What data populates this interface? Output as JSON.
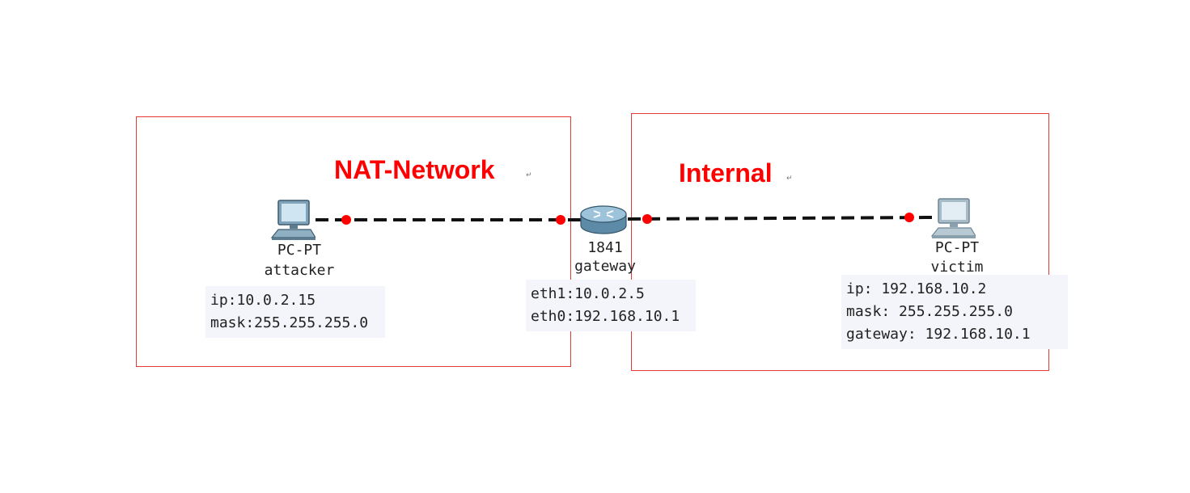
{
  "colors": {
    "zone_border": "#e53935",
    "zone_title": "#ff0000",
    "link": "#111111",
    "port_dot": "#ff0000"
  },
  "zones": {
    "nat": {
      "title": "NAT-Network"
    },
    "internal": {
      "title": "Internal"
    }
  },
  "paragraph_mark": "↵",
  "devices": {
    "attacker": {
      "type": "PC-PT",
      "name": "attacker",
      "icon": "pc-icon",
      "info": [
        "ip:10.0.2.15",
        "mask:255.255.255.0"
      ]
    },
    "gateway": {
      "type": "1841",
      "name": "gateway",
      "icon": "router-icon",
      "info": [
        "eth1:10.0.2.5",
        "eth0:192.168.10.1"
      ]
    },
    "victim": {
      "type": "PC-PT",
      "name": "victim",
      "icon": "pc-icon",
      "info": [
        "ip: 192.168.10.2",
        "mask: 255.255.255.0",
        "gateway: 192.168.10.1"
      ]
    }
  },
  "links": [
    {
      "from": "attacker",
      "to": "gateway",
      "style": "dashed"
    },
    {
      "from": "gateway",
      "to": "victim",
      "style": "dashed"
    }
  ]
}
